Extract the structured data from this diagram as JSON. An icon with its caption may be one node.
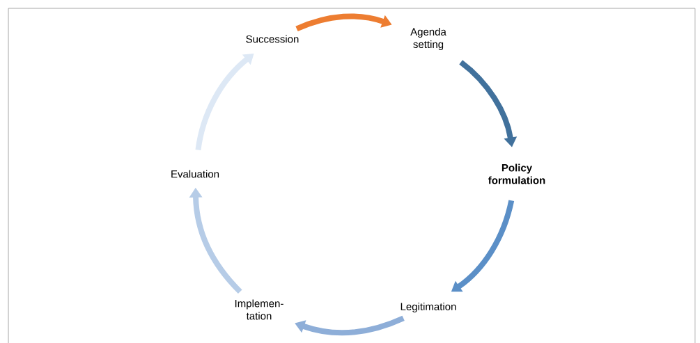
{
  "diagram": {
    "nodes": [
      {
        "text": [
          "Succession"
        ]
      },
      {
        "text": [
          "Agenda setting"
        ]
      },
      {
        "text": [
          "Policy formulation"
        ]
      },
      {
        "text": [
          "Legitimation"
        ]
      },
      {
        "text": [
          "Implemen-tation"
        ]
      },
      {
        "text": [
          "Evaluation"
        ]
      }
    ],
    "edges": [
      {
        "from": 0,
        "to": 1,
        "arrow": "to",
        "color": "#ed7d31"
      },
      {
        "from": 1,
        "to": 2,
        "arrow": "to",
        "color": "#41719c"
      },
      {
        "from": 2,
        "to": 3,
        "arrow": "to",
        "color": "#5b8fc7"
      },
      {
        "from": 3,
        "to": 4,
        "arrow": "to",
        "color": "#8eaed8"
      },
      {
        "from": 4,
        "to": 5,
        "arrow": "to",
        "color": "#b6cce7"
      },
      {
        "from": 5,
        "to": 0,
        "arrow": "to",
        "color": "#dde8f5"
      }
    ]
  }
}
